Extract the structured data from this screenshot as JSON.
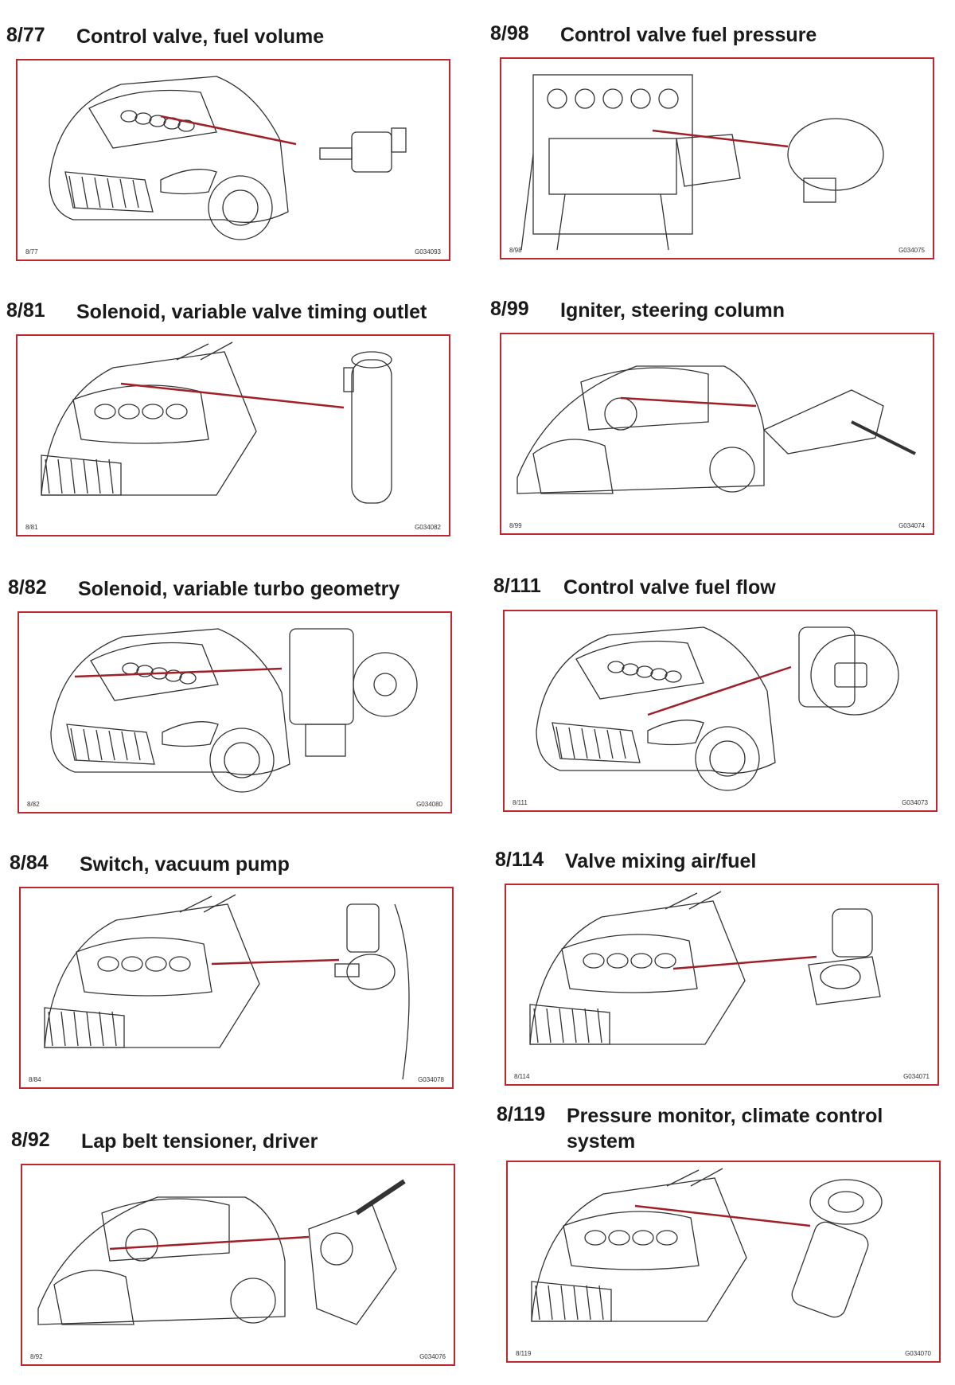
{
  "colors": {
    "frame": "#c0272d",
    "leader": "#a02028",
    "ink": "#333333"
  },
  "entries": [
    {
      "code": "8/77",
      "title": "Control valve, fuel volume",
      "ref": "8/77",
      "fig": "G034093",
      "scene": "car-front-engine",
      "part": "valve"
    },
    {
      "code": "8/98",
      "title": "Control valve fuel pressure",
      "ref": "8/98",
      "fig": "G034075",
      "scene": "engine-block",
      "part": "pressure-valve"
    },
    {
      "code": "8/81",
      "title": "Solenoid, variable valve timing outlet",
      "ref": "8/81",
      "fig": "G034082",
      "scene": "engine-bay",
      "part": "solenoid"
    },
    {
      "code": "8/99",
      "title": "Igniter, steering column",
      "ref": "8/99",
      "fig": "G034074",
      "scene": "car-interior",
      "part": "steering-column"
    },
    {
      "code": "8/82",
      "title": "Solenoid, variable turbo geometry",
      "ref": "8/82",
      "fig": "G034080",
      "scene": "car-front-engine",
      "part": "turbo-solenoid"
    },
    {
      "code": "8/111",
      "title": "Control valve fuel flow",
      "ref": "8/111",
      "fig": "G034073",
      "scene": "car-front-engine",
      "part": "flow-valve"
    },
    {
      "code": "8/84",
      "title": "Switch, vacuum pump",
      "ref": "8/84",
      "fig": "G034078",
      "scene": "engine-bay",
      "part": "vacuum-switch"
    },
    {
      "code": "8/114",
      "title": "Valve mixing air/fuel",
      "ref": "8/114",
      "fig": "G034071",
      "scene": "engine-bay",
      "part": "mix-valve"
    },
    {
      "code": "8/92",
      "title": "Lap belt tensioner, driver",
      "ref": "8/92",
      "fig": "G034076",
      "scene": "car-interior",
      "part": "tensioner"
    },
    {
      "code": "8/119",
      "title": "Pressure monitor, climate control system",
      "ref": "8/119",
      "fig": "G034070",
      "scene": "engine-bay",
      "part": "pressure-sensor"
    }
  ]
}
